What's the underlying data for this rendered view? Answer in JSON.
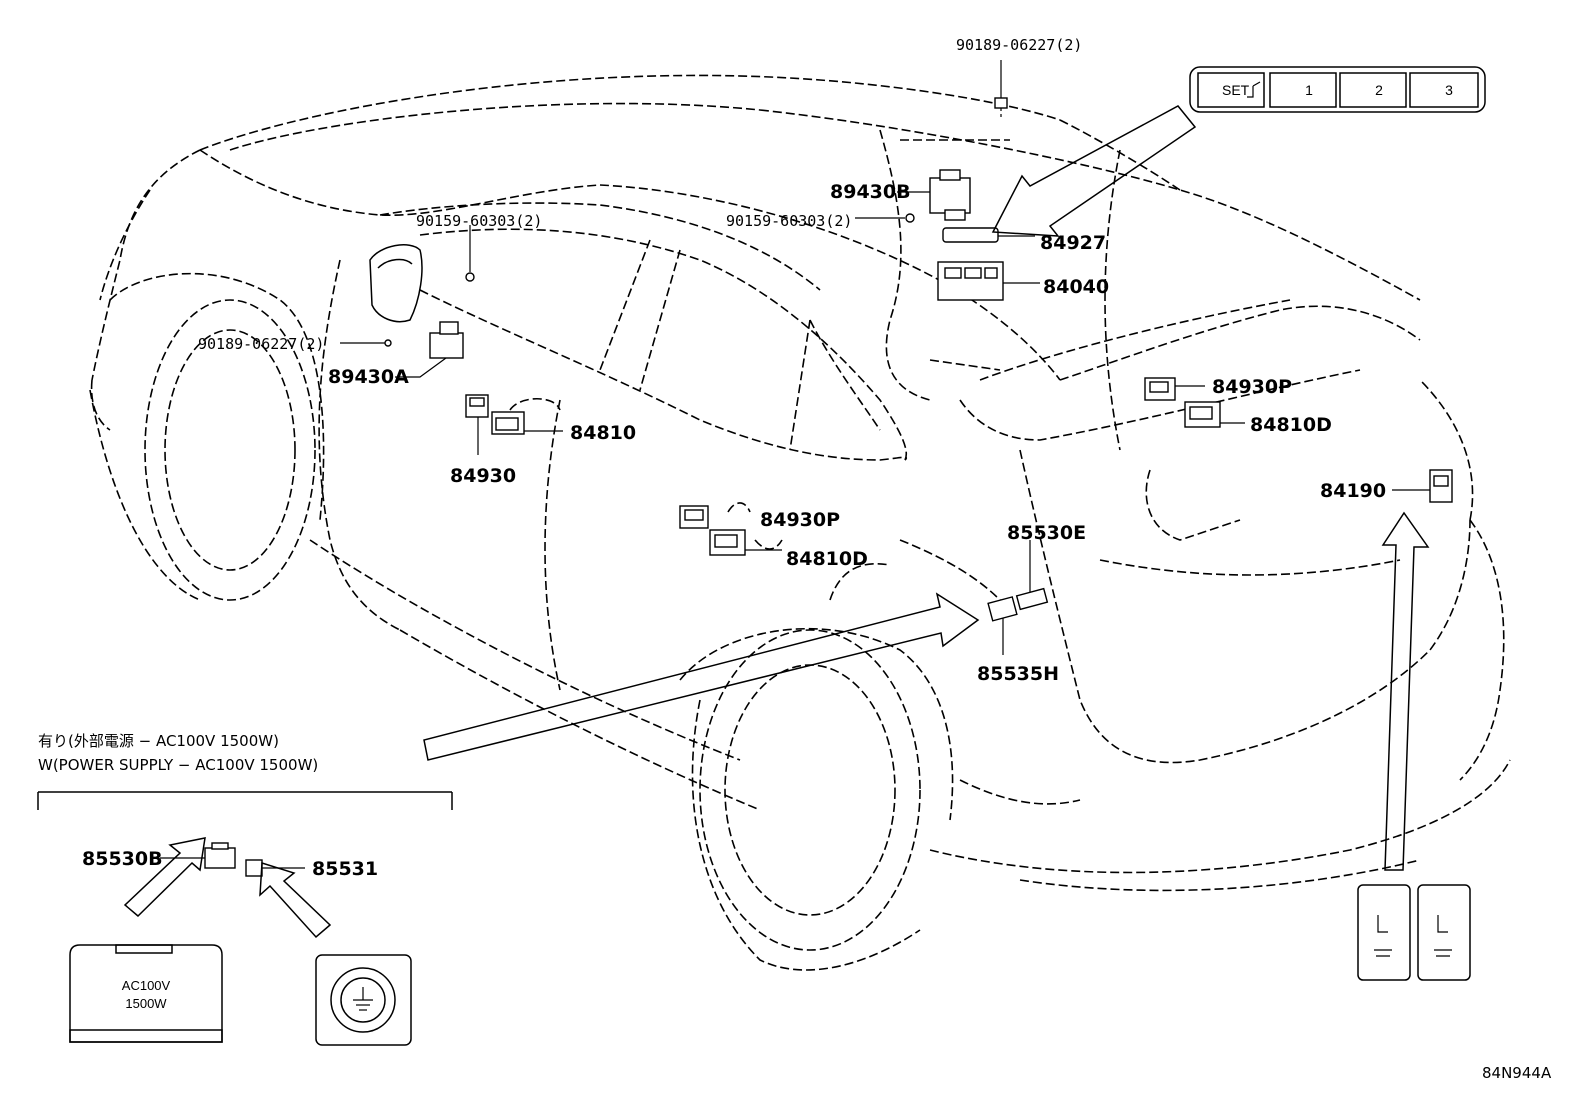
{
  "diagram_code": "84N944A",
  "labels": {
    "bolt_top": "90189-06227(2)",
    "switch_b": "89430B",
    "screw_right": "90159-60303(2)",
    "part_84927": "84927",
    "part_84040": "84040",
    "screw_left": "90159-60303(2)",
    "bolt_left": "90189-06227(2)",
    "switch_a": "89430A",
    "part_84810": "84810",
    "part_84930": "84930",
    "part_84930p_mid": "84930P",
    "part_84810d_mid": "84810D",
    "part_84930p_rear": "84930P",
    "part_84810d_rear": "84810D",
    "part_84190": "84190",
    "part_85530e": "85530E",
    "part_85535h": "85535H",
    "part_85530b": "85530B",
    "part_85531": "85531"
  },
  "memory_switch": {
    "set": "SET",
    "k1": "1",
    "k2": "2",
    "k3": "3"
  },
  "power_note": {
    "jp": "有り(外部電源 − AC100V 1500W)",
    "en": "W(POWER SUPPLY − AC100V 1500W)"
  },
  "outlet_panel": {
    "line1": "AC100V",
    "line2": "1500W"
  },
  "icons": [
    "seat-heater-icon",
    "ground-symbol-icon",
    "power-outlet-icon"
  ]
}
